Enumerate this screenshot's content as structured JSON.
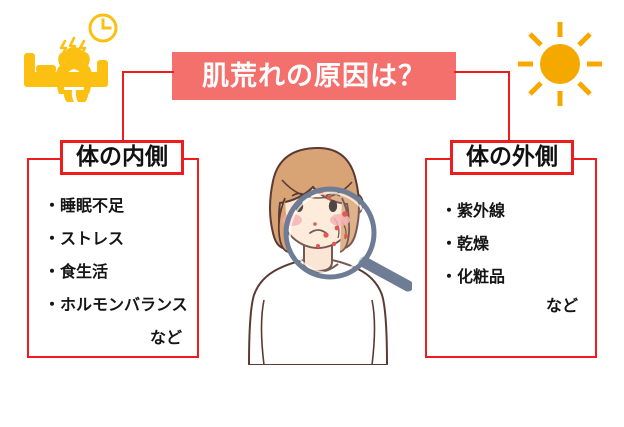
{
  "page": {
    "title": "肌荒れの原因は？",
    "background_color": "#ffffff"
  },
  "theme": {
    "banner_bg": "#f4706c",
    "banner_text": "#ffffff",
    "box_border": "#ee1c1c",
    "body_text": "#151515",
    "icon_yellow": "#fcc013",
    "icon_orange": "#f5a800",
    "hair": "#d9a475",
    "skin": "#fbe0cd",
    "blush": "#f2a6a6",
    "acne": "#e8564f",
    "lens_ring": "#6e7d95",
    "outline": "#5c3a33"
  },
  "left_panel": {
    "label": "体の内側",
    "items": [
      "・睡眠不足",
      "・ストレス",
      "・食生活",
      "・ホルモンバランス"
    ],
    "etc": "など"
  },
  "right_panel": {
    "label": "体の外側",
    "items": [
      "・紫外線",
      "・乾燥",
      "・化粧品"
    ],
    "etc": "など"
  },
  "icons": {
    "insomnia": "insomnia-person-on-bed-with-clock-icon",
    "sun": "sun-icon",
    "illustration": "woman-examining-skin-with-magnifying-glass-illustration"
  }
}
